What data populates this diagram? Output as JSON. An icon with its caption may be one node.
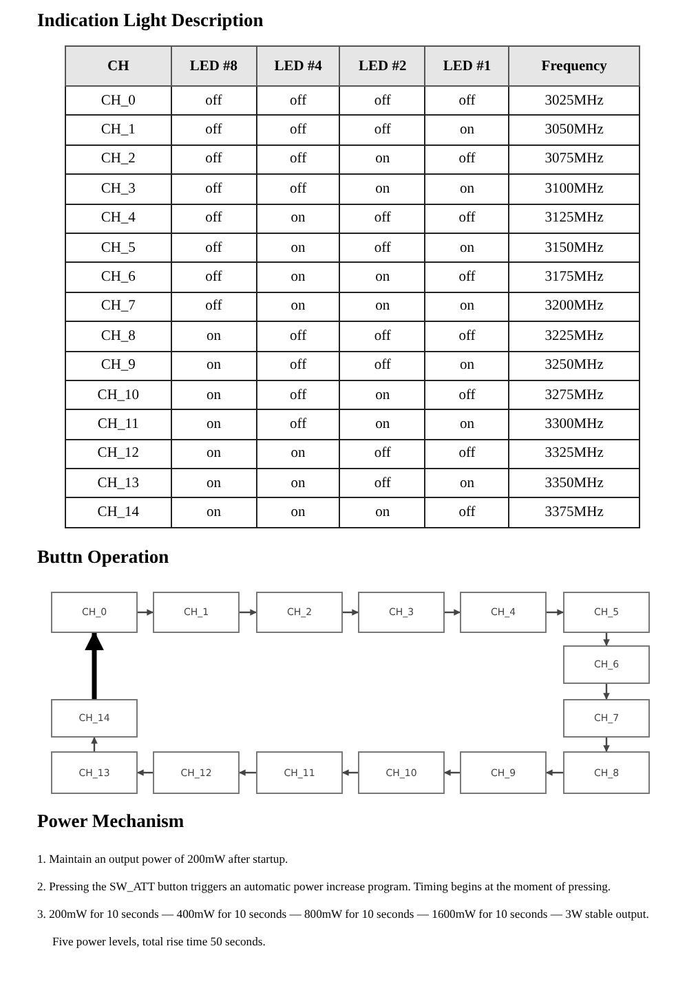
{
  "diagram": {
    "title": "Indication Light Description",
    "nodes": [
      {
        "text": [
          "CH_0"
        ]
      },
      {
        "text": [
          "CH_1"
        ]
      },
      {
        "text": [
          "CH_2"
        ]
      },
      {
        "text": [
          "CH_3"
        ]
      },
      {
        "text": [
          "CH_4"
        ]
      },
      {
        "text": [
          "CH_5"
        ]
      },
      {
        "text": [
          "CH_6"
        ]
      },
      {
        "text": [
          "CH_7"
        ]
      },
      {
        "text": [
          "CH_8"
        ]
      },
      {
        "text": [
          "CH_9"
        ]
      },
      {
        "text": [
          "CH_10"
        ]
      },
      {
        "text": [
          "CH_11"
        ]
      },
      {
        "text": [
          "CH_12"
        ]
      },
      {
        "text": [
          "CH_13"
        ]
      },
      {
        "text": [
          "CH_14"
        ]
      }
    ],
    "edges": [
      {
        "from": 0,
        "to": 1,
        "arrow": "to"
      },
      {
        "from": 1,
        "to": 2,
        "arrow": "to"
      },
      {
        "from": 2,
        "to": 3,
        "arrow": "to"
      },
      {
        "from": 3,
        "to": 4,
        "arrow": "to"
      },
      {
        "from": 4,
        "to": 5,
        "arrow": "to"
      },
      {
        "from": 5,
        "to": 6,
        "arrow": "to"
      },
      {
        "from": 6,
        "to": 7,
        "arrow": "to"
      },
      {
        "from": 7,
        "to": 8,
        "arrow": "to"
      },
      {
        "from": 8,
        "to": 9,
        "arrow": "to"
      },
      {
        "from": 9,
        "to": 10,
        "arrow": "to"
      },
      {
        "from": 10,
        "to": 11,
        "arrow": "to"
      },
      {
        "from": 11,
        "to": 12,
        "arrow": "to"
      },
      {
        "from": 12,
        "to": 13,
        "arrow": "to"
      },
      {
        "from": 13,
        "to": 14,
        "arrow": "to"
      },
      {
        "from": 14,
        "to": 0,
        "arrow": "to",
        "style": "thick",
        "color": "#000000"
      }
    ],
    "labels": [
      "CH",
      "LED #8",
      "LED #4",
      "LED #2",
      "LED #1",
      "Frequency",
      "CH_0",
      "off",
      "off",
      "off",
      "off",
      "3025MHz",
      "CH_1",
      "off",
      "off",
      "off",
      "on",
      "3050MHz",
      "CH_2",
      "off",
      "off",
      "on",
      "off",
      "3075MHz",
      "CH_3",
      "off",
      "off",
      "on",
      "on",
      "3100MHz",
      "CH_4",
      "off",
      "on",
      "off",
      "off",
      "3125MHz",
      "CH_5",
      "off",
      "on",
      "off",
      "on",
      "3150MHz",
      "CH_6",
      "off",
      "on",
      "on",
      "off",
      "3175MHz",
      "CH_7",
      "off",
      "on",
      "on",
      "on",
      "3200MHz",
      "CH_8",
      "on",
      "off",
      "off",
      "off",
      "3225MHz",
      "CH_9",
      "on",
      "off",
      "off",
      "on",
      "3250MHz",
      "CH_10",
      "on",
      "off",
      "on",
      "off",
      "3275MHz",
      "CH_11",
      "on",
      "off",
      "on",
      "on",
      "3300MHz",
      "CH_12",
      "on",
      "on",
      "off",
      "off",
      "3325MHz",
      "CH_13",
      "on",
      "on",
      "off",
      "on",
      "3350MHz",
      "CH_14",
      "on",
      "on",
      "on",
      "off",
      "3375MHz",
      "Buttn Operation",
      "Power Mechanism",
      "1. Maintain an output power of 200mW after startup.",
      "2. Pressing the SW_ATT button triggers an automatic power increase program. Timing begins at the moment of pressing.",
      "3. 200mW for 10 seconds — 400mW for 10 seconds — 800mW for 10 seconds — 1600mW for 10 seconds — 3W stable output. Five power levels, total rise time 50 seconds."
    ]
  }
}
